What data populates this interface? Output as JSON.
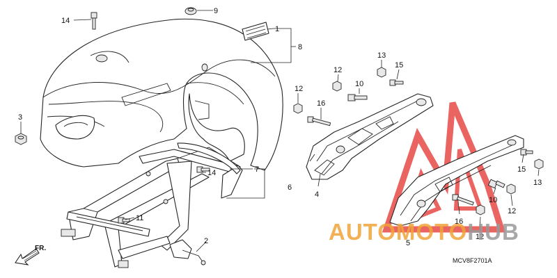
{
  "diagram_code": "MCV8F2701A",
  "front_arrow": "FR.",
  "watermark": {
    "part1": "AUTO",
    "part2": "MOTO",
    "part3": "HUB",
    "color_primary": "#f0a43a",
    "color_secondary": "#9a9a9a",
    "logo_color": "#e53935"
  },
  "callouts": {
    "c1": "1",
    "c2": "2",
    "c3": "3",
    "c4": "4",
    "c5": "5",
    "c6": "6",
    "c7": "7",
    "c8": "8",
    "c9": "9",
    "c10a": "10",
    "c10b": "10",
    "c11": "11",
    "c12a": "12",
    "c12b": "12",
    "c12c": "12",
    "c12d": "12",
    "c13a": "13",
    "c13b": "13",
    "c14a": "14",
    "c14b": "14",
    "c15a": "15",
    "c15b": "15",
    "c16a": "16",
    "c16b": "16"
  }
}
